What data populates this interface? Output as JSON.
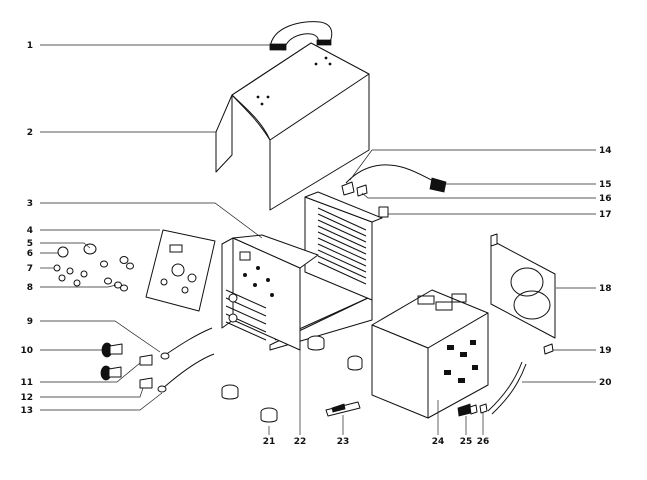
{
  "callouts": [
    {
      "num": "1",
      "side": "left"
    },
    {
      "num": "2",
      "side": "left"
    },
    {
      "num": "3",
      "side": "left"
    },
    {
      "num": "4",
      "side": "left"
    },
    {
      "num": "5",
      "side": "left"
    },
    {
      "num": "6",
      "side": "left"
    },
    {
      "num": "7",
      "side": "left"
    },
    {
      "num": "8",
      "side": "left"
    },
    {
      "num": "9",
      "side": "left"
    },
    {
      "num": "10",
      "side": "left"
    },
    {
      "num": "11",
      "side": "left"
    },
    {
      "num": "12",
      "side": "left"
    },
    {
      "num": "13",
      "side": "left"
    },
    {
      "num": "14",
      "side": "right"
    },
    {
      "num": "15",
      "side": "right"
    },
    {
      "num": "16",
      "side": "right"
    },
    {
      "num": "17",
      "side": "right"
    },
    {
      "num": "18",
      "side": "right"
    },
    {
      "num": "19",
      "side": "right"
    },
    {
      "num": "20",
      "side": "right"
    },
    {
      "num": "21",
      "side": "bottom"
    },
    {
      "num": "22",
      "side": "bottom"
    },
    {
      "num": "23",
      "side": "bottom"
    },
    {
      "num": "24",
      "side": "bottom"
    },
    {
      "num": "25",
      "side": "bottom"
    },
    {
      "num": "26",
      "side": "bottom"
    }
  ]
}
